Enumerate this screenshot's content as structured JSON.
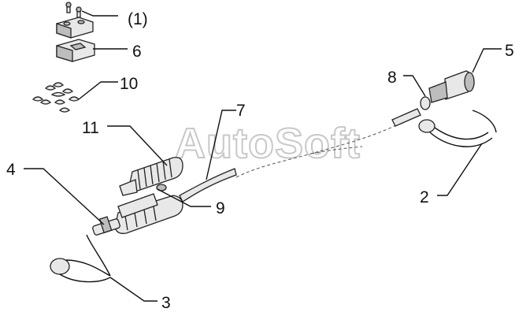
{
  "watermark": "AutoSoft",
  "callouts": {
    "c1": "(1)",
    "c2": "2",
    "c3": "3",
    "c4": "4",
    "c5": "5",
    "c6": "6",
    "c7": "7",
    "c8": "8",
    "c9": "9",
    "c10": "10",
    "c11": "11"
  }
}
